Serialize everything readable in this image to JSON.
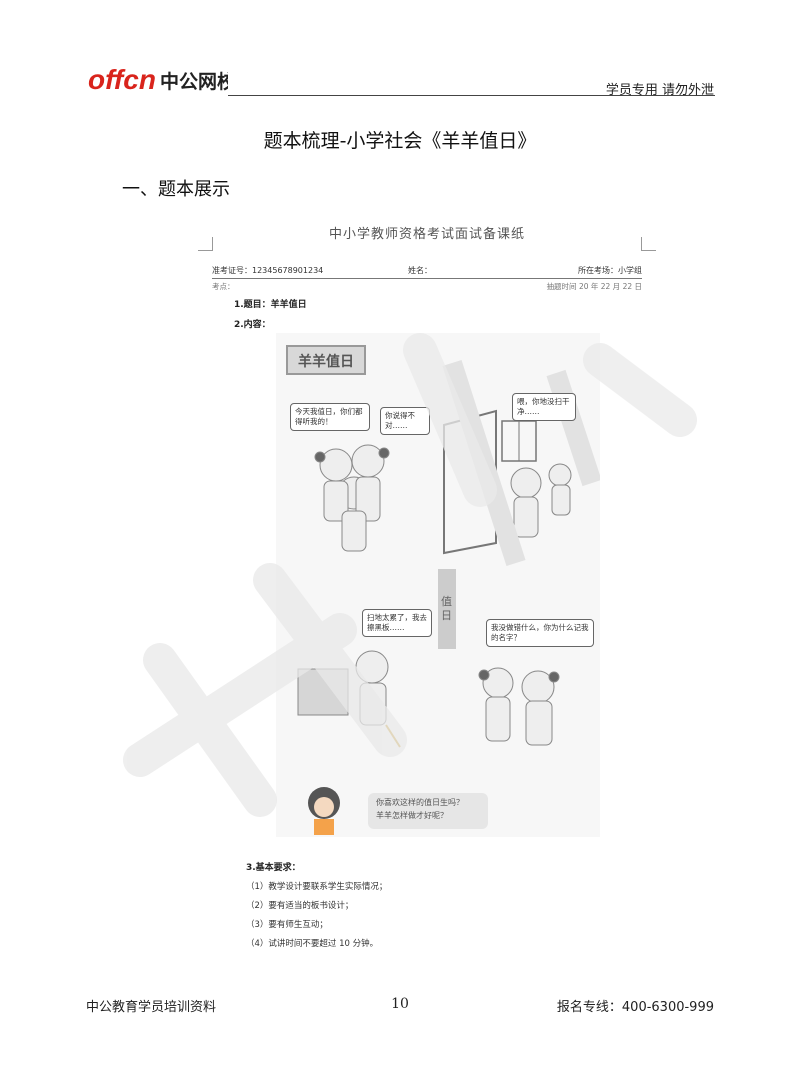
{
  "header": {
    "logo_text_latin": "offcn",
    "logo_text_cn": "中公网校",
    "right_text": "学员专用  请勿外泄",
    "brand_color": "#d9241c"
  },
  "page_title": "题本梳理-小学社会《羊羊值日》",
  "section_heading": "一、题本展示",
  "sheet": {
    "title": "中小学教师资格考试面试备课纸",
    "exam_no": "准考证号：12345678901234",
    "name": "姓名：",
    "location": "所在考场：小学组",
    "points": "考点：",
    "time": "抽题时间 20 年 22 月 22 日",
    "q1": "1.题目：羊羊值日",
    "q2": "2.内容：",
    "comic": {
      "title": "羊羊值日",
      "bubble1": "今天我值日，你们都得听我的！",
      "bubble2": "你说得不对……",
      "bubble3": "喂，你地没扫干净……",
      "bubble4": "扫地太累了，我去擦黑板……",
      "bubble5": "我没做错什么，你为什么记我的名字？",
      "side_label": "值日",
      "bottom_line1": "你喜欢这样的值日生吗？",
      "bottom_line2": "羊羊怎样做才好呢？"
    },
    "q3": "3.基本要求：",
    "requirements": [
      "（1）教学设计要联系学生实际情况；",
      "（2）要有适当的板书设计；",
      "（3）要有师生互动；",
      "（4）试讲时间不要超过 10 分钟。"
    ]
  },
  "footer": {
    "left": "中公教育学员培训资料",
    "page_number": "10",
    "right": "报名专线：400-6300-999"
  }
}
